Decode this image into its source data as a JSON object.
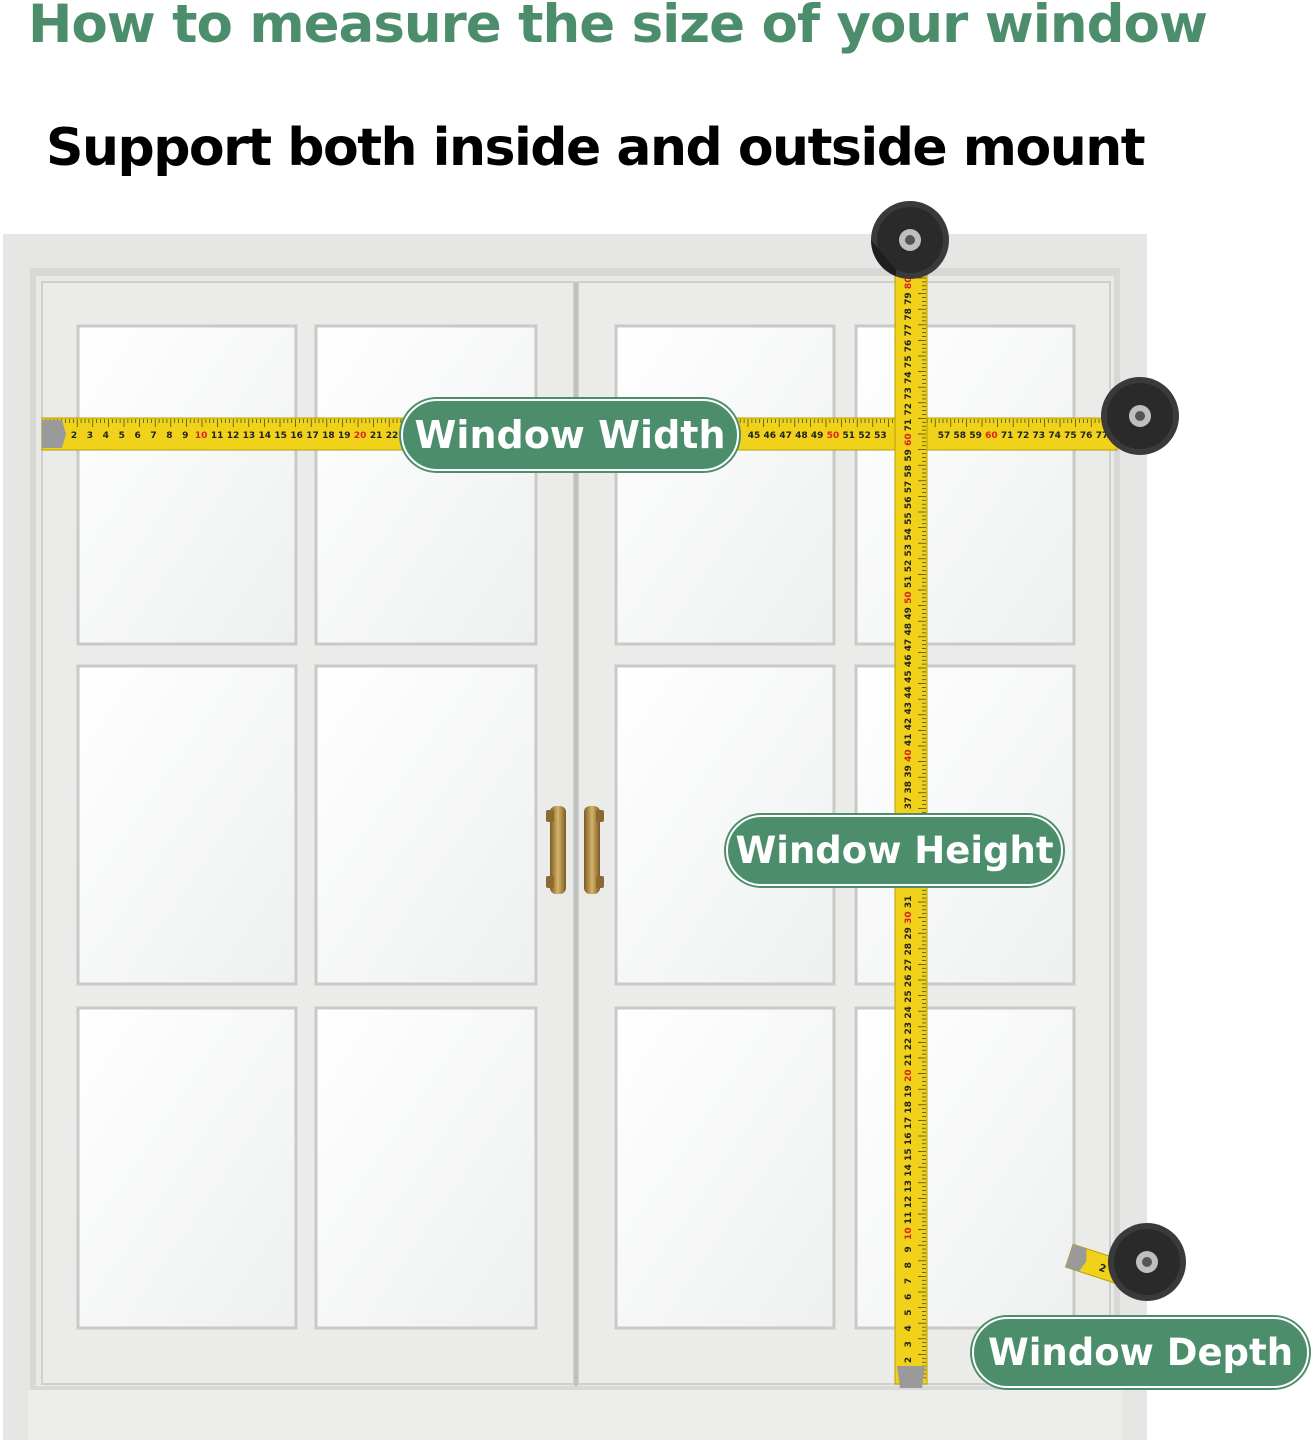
{
  "header": {
    "title": "How to measure the size of your window",
    "subtitle": "Support both inside and outside mount"
  },
  "labels": {
    "width": "Window Width",
    "height": "Window Height",
    "depth": "Window Depth"
  },
  "tapes": {
    "width_numbers_left": [
      "2",
      "3",
      "4",
      "5",
      "6",
      "7",
      "8",
      "9",
      "10",
      "11",
      "12",
      "13",
      "14",
      "15",
      "16",
      "17",
      "18",
      "19",
      "20",
      "21",
      "22"
    ],
    "width_numbers_right": [
      "45",
      "46",
      "47",
      "48",
      "49",
      "50",
      "51",
      "52",
      "53"
    ],
    "width_numbers_far_right": [
      "57",
      "58",
      "59",
      "60",
      "71",
      "72",
      "73",
      "74",
      "75",
      "76",
      "77"
    ],
    "height_numbers_bottom": [
      "2",
      "3",
      "4",
      "5",
      "6",
      "7",
      "8",
      "9",
      "10",
      "11",
      "12",
      "13",
      "14",
      "15",
      "16",
      "17",
      "18",
      "19",
      "20",
      "21",
      "22",
      "23",
      "24",
      "25",
      "26",
      "27",
      "28",
      "29",
      "30",
      "31"
    ],
    "height_numbers_middle": [
      "37",
      "38",
      "39",
      "40",
      "41",
      "42",
      "43",
      "44",
      "45",
      "46",
      "47",
      "48",
      "49",
      "50",
      "51",
      "52",
      "53",
      "54",
      "55",
      "56",
      "57",
      "58",
      "59",
      "60"
    ],
    "height_numbers_top": [
      "71",
      "72",
      "73",
      "74",
      "75",
      "76",
      "77",
      "78",
      "79",
      "80"
    ],
    "depth_numbers": [
      "2"
    ]
  },
  "colors": {
    "headline": "#4c8e6c",
    "pill_fill": "#4c8e6c",
    "tape_yellow": "#f1d21a",
    "tape_red_number": "#d9241e",
    "frame": "#e4e4e2",
    "glass": "#f5f6f6",
    "handle": "#b08840"
  },
  "icons": [
    "tape-measure-icon",
    "door-handle-icon"
  ]
}
